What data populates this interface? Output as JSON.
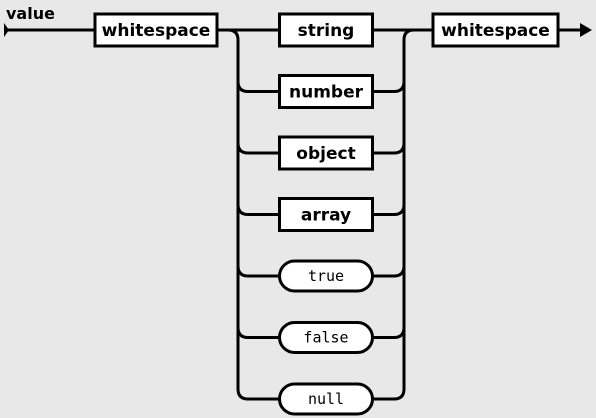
{
  "diagram": {
    "title": "value",
    "colors": {
      "background": "#e8e8e8",
      "line": "#000000",
      "box_fill": "#ffffff"
    },
    "leading": {
      "label": "whitespace",
      "kind": "nonterminal"
    },
    "trailing": {
      "label": "whitespace",
      "kind": "nonterminal"
    },
    "choices": [
      {
        "label": "string",
        "kind": "nonterminal"
      },
      {
        "label": "number",
        "kind": "nonterminal"
      },
      {
        "label": "object",
        "kind": "nonterminal"
      },
      {
        "label": "array",
        "kind": "nonterminal"
      },
      {
        "label": "true",
        "kind": "terminal"
      },
      {
        "label": "false",
        "kind": "terminal"
      },
      {
        "label": "null",
        "kind": "terminal"
      }
    ]
  }
}
